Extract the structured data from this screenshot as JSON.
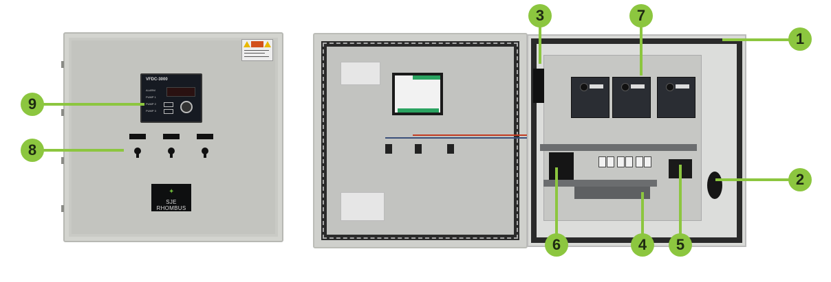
{
  "figure": {
    "title": "",
    "accent_color": "#8cc63f",
    "callout_text_color": "#1e2a12"
  },
  "closed_enclosure": {
    "hmi_model": "VFDC-3000",
    "hmi_labels": [
      "ALARM",
      "PUMP 1",
      "PUMP 2",
      "PUMP 3"
    ],
    "selector_switches": 3,
    "brand_logo": "SJE RHOMBUS"
  },
  "callouts": [
    {
      "number": "1",
      "target": "enclosure"
    },
    {
      "number": "2",
      "target": "cooling-fan"
    },
    {
      "number": "3",
      "target": "power-supply"
    },
    {
      "number": "4",
      "target": "terminal-blocks"
    },
    {
      "number": "5",
      "target": "main-breaker"
    },
    {
      "number": "6",
      "target": "control-transformer"
    },
    {
      "number": "7",
      "target": "variable-frequency-drives"
    },
    {
      "number": "8",
      "target": "selector-switches"
    },
    {
      "number": "9",
      "target": "controller-hmi"
    }
  ]
}
